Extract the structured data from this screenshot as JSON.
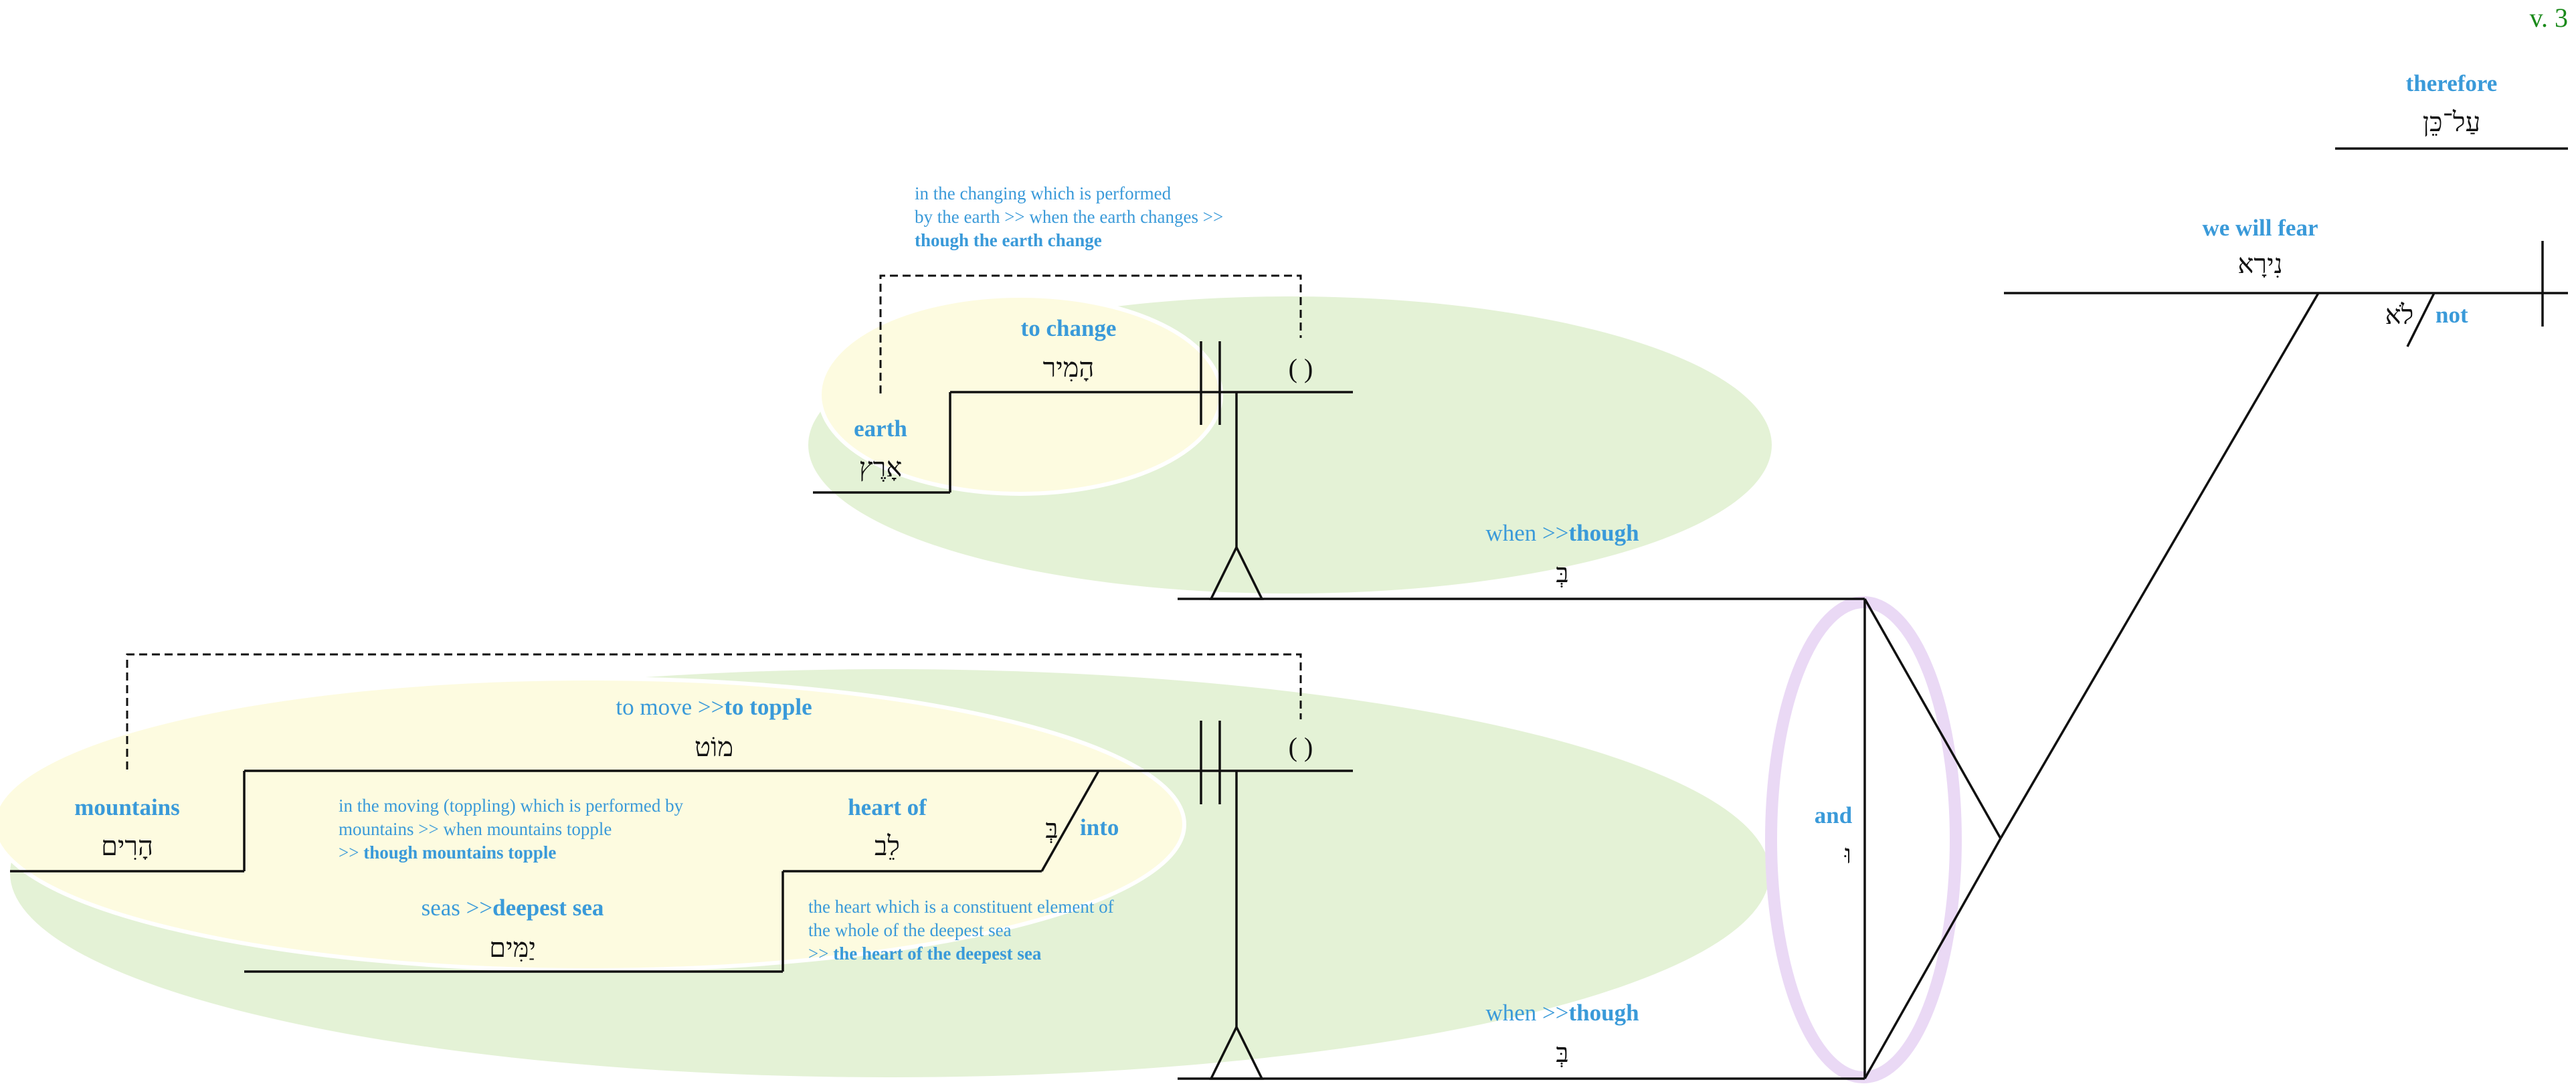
{
  "verse_label": "v. 3",
  "colors": {
    "gloss": "#3a9ad9",
    "hebrew": "#111111",
    "verse": "#1a8a1a",
    "clause_bubble": "#e4f2d6",
    "phrase_bubble": "#fdfbe0",
    "conjunction_ring": "#ead9f5"
  },
  "main": {
    "therefore": {
      "gloss": "therefore",
      "hebrew": "עַל־כֵּן"
    },
    "verb": {
      "gloss": "we will fear",
      "hebrew": "נִירָא"
    },
    "negation": {
      "gloss": "not",
      "hebrew": "לֹא"
    },
    "conjunction": {
      "gloss": "and",
      "hebrew": "וּ"
    }
  },
  "clause1": {
    "preposition": {
      "gloss_plain": "when >>",
      "gloss_bold": "though",
      "hebrew": "בְּ"
    },
    "subject": {
      "gloss": "earth",
      "hebrew": "אָרֶץ"
    },
    "verb": {
      "gloss": "to change",
      "hebrew": "הָמִיר"
    },
    "placeholder": "( )",
    "note": [
      "in the changing which is performed",
      "by the earth  >> when the earth changes >>",
      "though the earth change"
    ]
  },
  "clause2": {
    "preposition": {
      "gloss_plain": "when >>",
      "gloss_bold": "though",
      "hebrew": "בְּ"
    },
    "subject": {
      "gloss": "mountains",
      "hebrew": "הָרִים"
    },
    "verb": {
      "gloss_plain": "to move >>",
      "gloss_bold": "to topple",
      "hebrew": "מוֹט"
    },
    "placeholder": "( )",
    "object_prep": {
      "gloss": "into",
      "hebrew": "בְּ"
    },
    "heart": {
      "gloss": "heart of",
      "hebrew": "לֵב"
    },
    "seas": {
      "gloss_plain": "seas >>",
      "gloss_bold": "deepest sea",
      "hebrew": "יַמִּים"
    },
    "note_moving": [
      "in the moving (toppling) which is performed by",
      "mountains >> when mountains topple",
      ">>  ",
      "though mountains topple"
    ],
    "note_heart": [
      "the heart which is a constituent element of",
      "the whole of the deepest sea",
      ">> ",
      "the heart of the deepest sea"
    ]
  }
}
